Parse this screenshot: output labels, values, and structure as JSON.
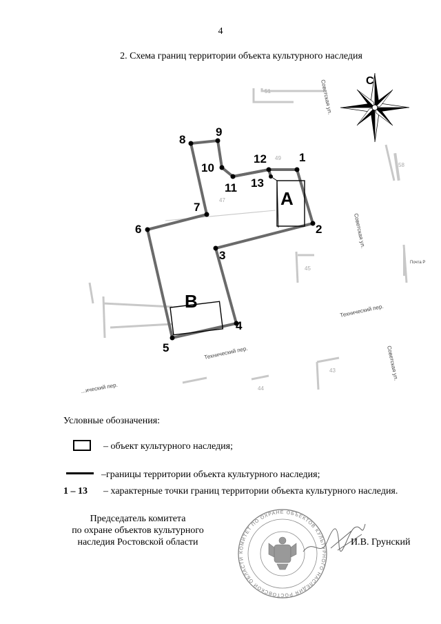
{
  "page_number": "4",
  "title": "2. Схема границ территории объекта культурного наследия",
  "compass": {
    "letter": "С",
    "icon": "compass-rose-icon"
  },
  "map": {
    "building_numbers": [
      "51",
      "49",
      "47",
      "58",
      "45",
      "43",
      "44"
    ],
    "street_labels": {
      "sovetskaya_top": "Советская ул.",
      "sovetskaya_mid": "Советская ул.",
      "sovetskaya_bottom": "Советская ул.",
      "tekhnichesky_right": "Технический пер.",
      "tekhnichesky_mid": "Технический пер.",
      "tekhnichesky_left": "...ический пер.",
      "pochta": "Почта Р"
    },
    "object_labels": {
      "a": "А",
      "b": "В"
    },
    "points": [
      "1",
      "2",
      "3",
      "4",
      "5",
      "6",
      "7",
      "8",
      "9",
      "10",
      "11",
      "12",
      "13"
    ],
    "boundary_color": "#6a6a6a",
    "background_color": "#c8c8c8"
  },
  "legend": {
    "title": "Условные обозначения:",
    "object_text": "– объект культурного наследия;",
    "boundary_text": "–границы территории объекта культурного наследия;",
    "points_label": "1 – 13",
    "points_text": "– характерные точки границ территории объекта культурного наследия."
  },
  "signatory": {
    "line1": "Председатель комитета",
    "line2": "по охране объектов культурного",
    "line3": "наследия Ростовской области",
    "name": "И.В. Грунский"
  },
  "seal_text": "КОМИТЕТ ПО ОХРАНЕ ОБЪЕКТОВ КУЛЬТУРНОГО НАСЛЕДИЯ РОСТОВСКОЙ ОБЛАСТИ"
}
